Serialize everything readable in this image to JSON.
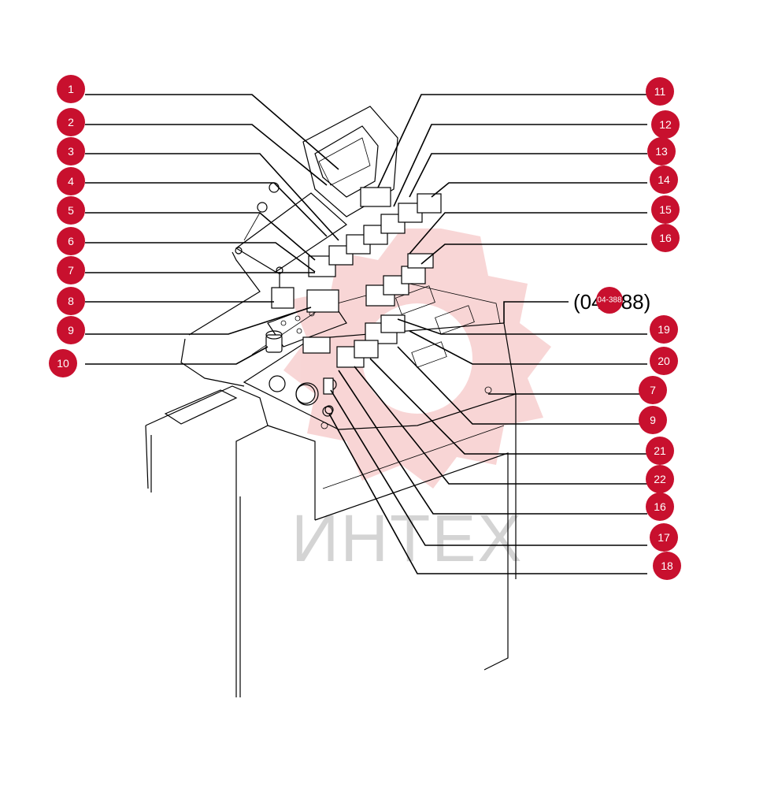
{
  "watermark": {
    "text": "ИНТЕХ",
    "color": "#f3b4b4"
  },
  "reference": {
    "text": "(04-388)",
    "badge": "04-388"
  },
  "callout_color": "#c8102e",
  "callouts": [
    {
      "n": "1"
    },
    {
      "n": "2"
    },
    {
      "n": "3"
    },
    {
      "n": "4"
    },
    {
      "n": "5"
    },
    {
      "n": "6"
    },
    {
      "n": "7"
    },
    {
      "n": "8"
    },
    {
      "n": "9"
    },
    {
      "n": "10"
    },
    {
      "n": "11"
    },
    {
      "n": "12"
    },
    {
      "n": "13"
    },
    {
      "n": "14"
    },
    {
      "n": "15"
    },
    {
      "n": "16"
    },
    {
      "n": "19"
    },
    {
      "n": "20"
    },
    {
      "n": "7"
    },
    {
      "n": "9"
    },
    {
      "n": "21"
    },
    {
      "n": "22"
    },
    {
      "n": "16"
    },
    {
      "n": "17"
    },
    {
      "n": "18"
    }
  ]
}
